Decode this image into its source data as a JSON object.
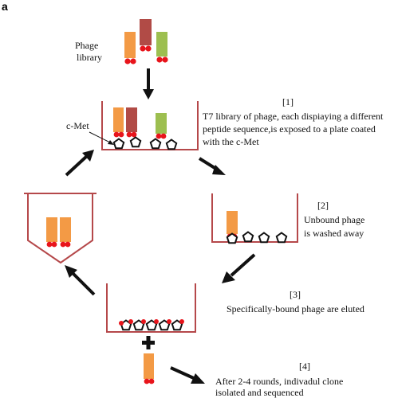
{
  "panel_letter": "a",
  "phage_library": {
    "line1": "Phage",
    "line2": "library"
  },
  "receptor_label": "c-Met",
  "steps": [
    {
      "number": "[1]",
      "lines": [
        "T7 library of phage, each dispiaying a different",
        "peptide sequence,is exposed to a plate coated",
        "with the c-Met"
      ]
    },
    {
      "number": "[2]",
      "lines": [
        "Unbound phage",
        "is washed away"
      ]
    },
    {
      "number": "[3]",
      "lines": [
        "Specifically-bound phage are eluted"
      ]
    },
    {
      "number": "[4]",
      "lines": [
        "After 2-4 rounds, indivadul clone",
        "isolated and sequenced"
      ]
    }
  ],
  "colors": {
    "container": "#b5484a",
    "phage_orange": "#f39a45",
    "phage_brown": "#b14b46",
    "phage_green": "#9dbf50",
    "phage_tip": "#e8141b",
    "arrow": "#111111"
  },
  "icons": [
    "pentagon-receptor-icon",
    "phage-icon",
    "arrow-icon",
    "plus-icon"
  ]
}
